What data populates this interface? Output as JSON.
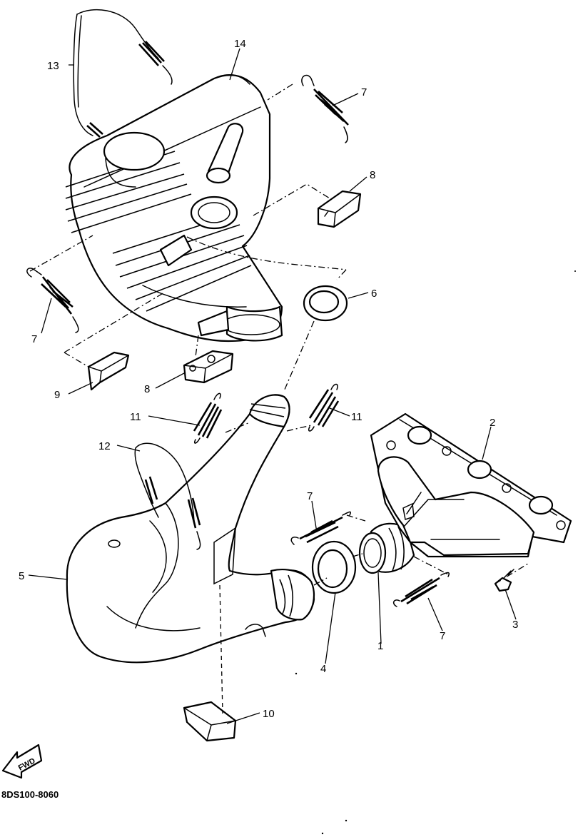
{
  "diagram": {
    "figure_code": "8DS100-8060",
    "fwd_label": "FWD",
    "callouts": {
      "c1": "1",
      "c2": "2",
      "c3": "3",
      "c4": "4",
      "c5": "5",
      "c6": "6",
      "c7a": "7",
      "c7b": "7",
      "c7c": "7",
      "c7d": "7",
      "c8a": "8",
      "c8b": "8",
      "c9": "9",
      "c10": "10",
      "c11a": "11",
      "c11b": "11",
      "c12": "12",
      "c13": "13",
      "c14": "14"
    }
  }
}
